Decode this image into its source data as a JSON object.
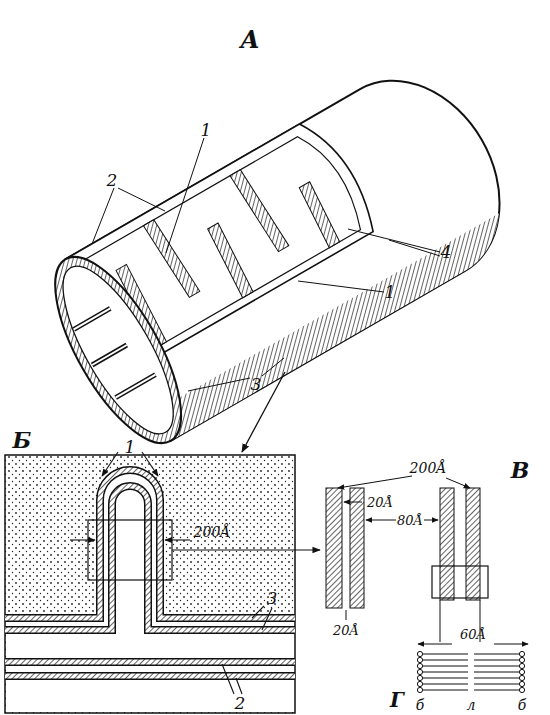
{
  "diagram": {
    "labels": [
      "А",
      "1",
      "2",
      "4",
      "1",
      "3",
      "Б",
      "1",
      "200Å",
      "3",
      "2",
      "200Å",
      "20Å",
      "80Å",
      "В",
      "20Å",
      "60Å",
      "Г",
      "б",
      "л",
      "б"
    ]
  }
}
